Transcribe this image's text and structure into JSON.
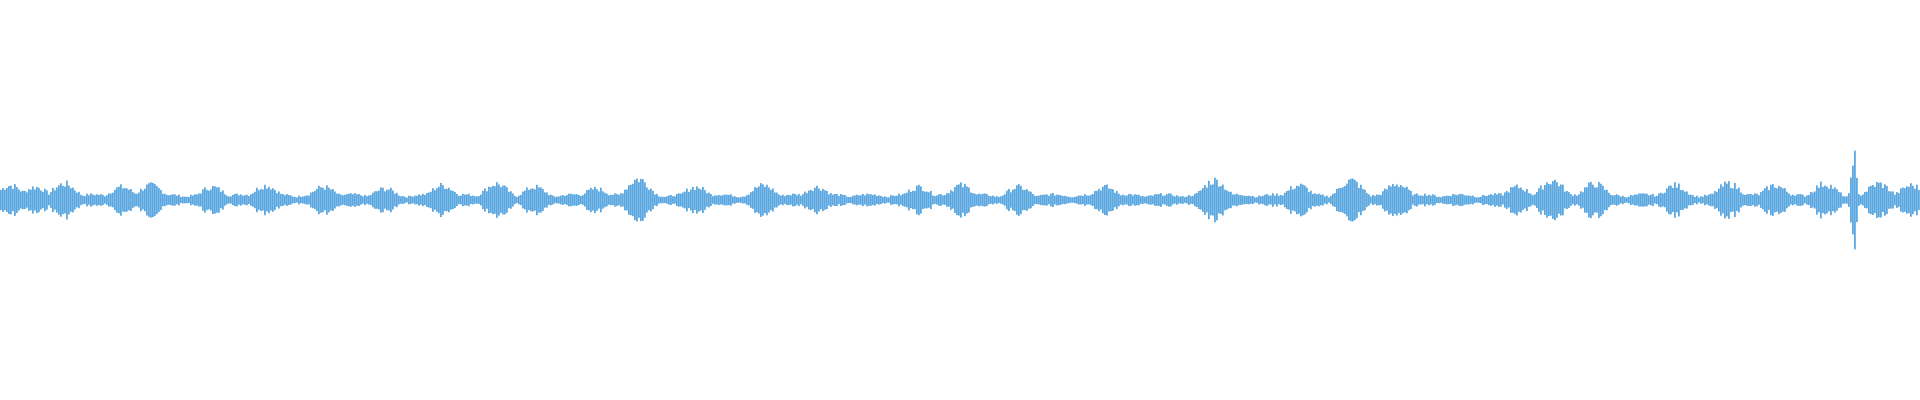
{
  "waveform": {
    "color": "#5ba8e0",
    "background": "#ffffff",
    "seed": 7,
    "bins": 960,
    "base_amplitude": 0.035,
    "bursts": [
      {
        "pos": 0.005,
        "amp": 0.09
      },
      {
        "pos": 0.018,
        "amp": 0.08
      },
      {
        "pos": 0.033,
        "amp": 0.1
      },
      {
        "pos": 0.063,
        "amp": 0.08
      },
      {
        "pos": 0.078,
        "amp": 0.09
      },
      {
        "pos": 0.11,
        "amp": 0.08
      },
      {
        "pos": 0.138,
        "amp": 0.09
      },
      {
        "pos": 0.168,
        "amp": 0.08
      },
      {
        "pos": 0.2,
        "amp": 0.07
      },
      {
        "pos": 0.23,
        "amp": 0.09
      },
      {
        "pos": 0.258,
        "amp": 0.1
      },
      {
        "pos": 0.278,
        "amp": 0.08
      },
      {
        "pos": 0.31,
        "amp": 0.07
      },
      {
        "pos": 0.332,
        "amp": 0.13
      },
      {
        "pos": 0.362,
        "amp": 0.08
      },
      {
        "pos": 0.397,
        "amp": 0.09
      },
      {
        "pos": 0.425,
        "amp": 0.08
      },
      {
        "pos": 0.478,
        "amp": 0.08
      },
      {
        "pos": 0.5,
        "amp": 0.09
      },
      {
        "pos": 0.53,
        "amp": 0.08
      },
      {
        "pos": 0.575,
        "amp": 0.08
      },
      {
        "pos": 0.632,
        "amp": 0.12
      },
      {
        "pos": 0.676,
        "amp": 0.09
      },
      {
        "pos": 0.703,
        "amp": 0.12
      },
      {
        "pos": 0.727,
        "amp": 0.1
      },
      {
        "pos": 0.79,
        "amp": 0.08
      },
      {
        "pos": 0.808,
        "amp": 0.12
      },
      {
        "pos": 0.83,
        "amp": 0.1
      },
      {
        "pos": 0.872,
        "amp": 0.09
      },
      {
        "pos": 0.9,
        "amp": 0.1
      },
      {
        "pos": 0.924,
        "amp": 0.09
      },
      {
        "pos": 0.95,
        "amp": 0.1
      },
      {
        "pos": 0.965,
        "amp": 0.3
      },
      {
        "pos": 0.978,
        "amp": 0.1
      },
      {
        "pos": 0.995,
        "amp": 0.09
      }
    ]
  }
}
